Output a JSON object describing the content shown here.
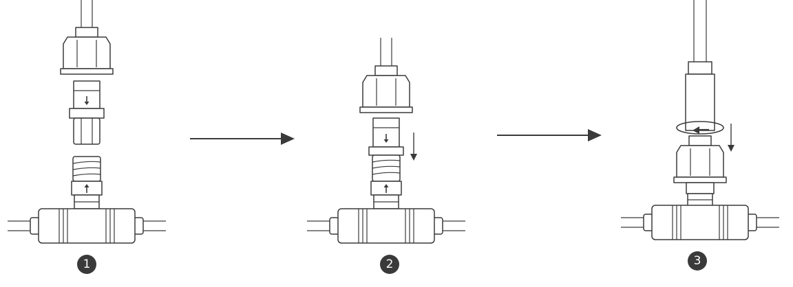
{
  "steps": [
    {
      "number": "1"
    },
    {
      "number": "2"
    },
    {
      "number": "3"
    }
  ],
  "colors": {
    "stroke": "#3a3a3a",
    "badge_fill": "#3a3a3a",
    "badge_text": "#ffffff",
    "background": "#ffffff"
  },
  "icons": [
    "down-arrow-icon",
    "up-arrow-icon",
    "rotate-arrow-icon",
    "right-arrow-icon"
  ]
}
